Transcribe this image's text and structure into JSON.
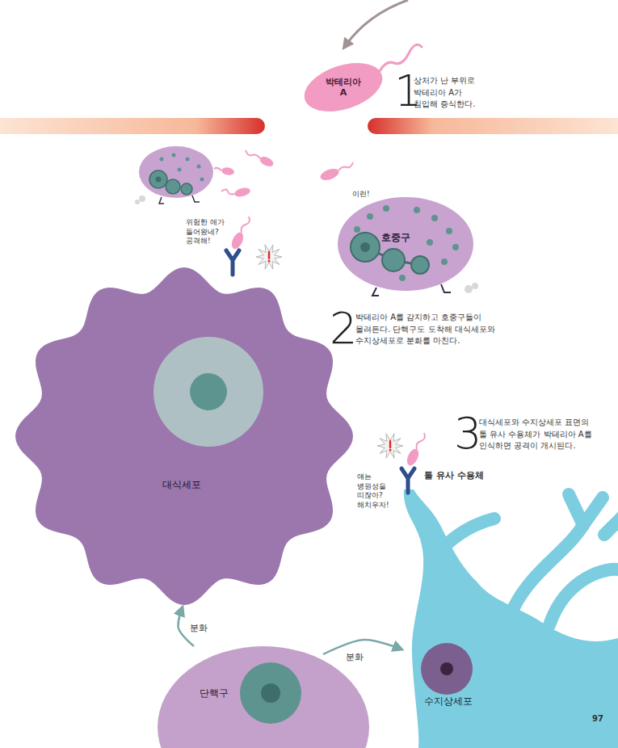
{
  "diagram": {
    "nodes": [
      {
        "text": [
          "박테리아 A"
        ]
      },
      {
        "text": [
          "호중구"
        ]
      },
      {
        "text": [
          "대식세포"
        ]
      },
      {
        "text": [
          "단핵구"
        ]
      },
      {
        "text": [
          "수지상세포"
        ]
      }
    ],
    "edges": [
      {
        "from": 3,
        "to": 2,
        "label": "분화",
        "arrow": "to"
      },
      {
        "from": 3,
        "to": 4,
        "label": "분화",
        "arrow": "to"
      }
    ],
    "labels": [
      "1",
      "상처가 난 부위로 박테리아 A가 침입해 증식한다.",
      "이런!",
      "위험한 애가 들어왔네? 공격해!",
      "2",
      "박테리아 A를 감지하고 호중구들이 몰려든다. 단핵구도 도착해 대식세포와 수지상세포로 분화를 마친다.",
      "3",
      "대식세포와 수지상세포 표면의 톨 유사 수용체가 박테리아 A를 인식하면 공격이 개시된다.",
      "톨 유사 수용체",
      "얘는 병원성을 띠잖아? 해치우자!",
      "97"
    ]
  }
}
